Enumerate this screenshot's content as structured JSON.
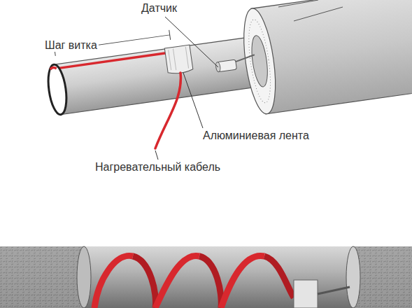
{
  "diagram": {
    "labels": [
      "Датчик",
      "Шаг витка",
      "Алюминиевая лента",
      "Нагревательный кабель"
    ]
  }
}
